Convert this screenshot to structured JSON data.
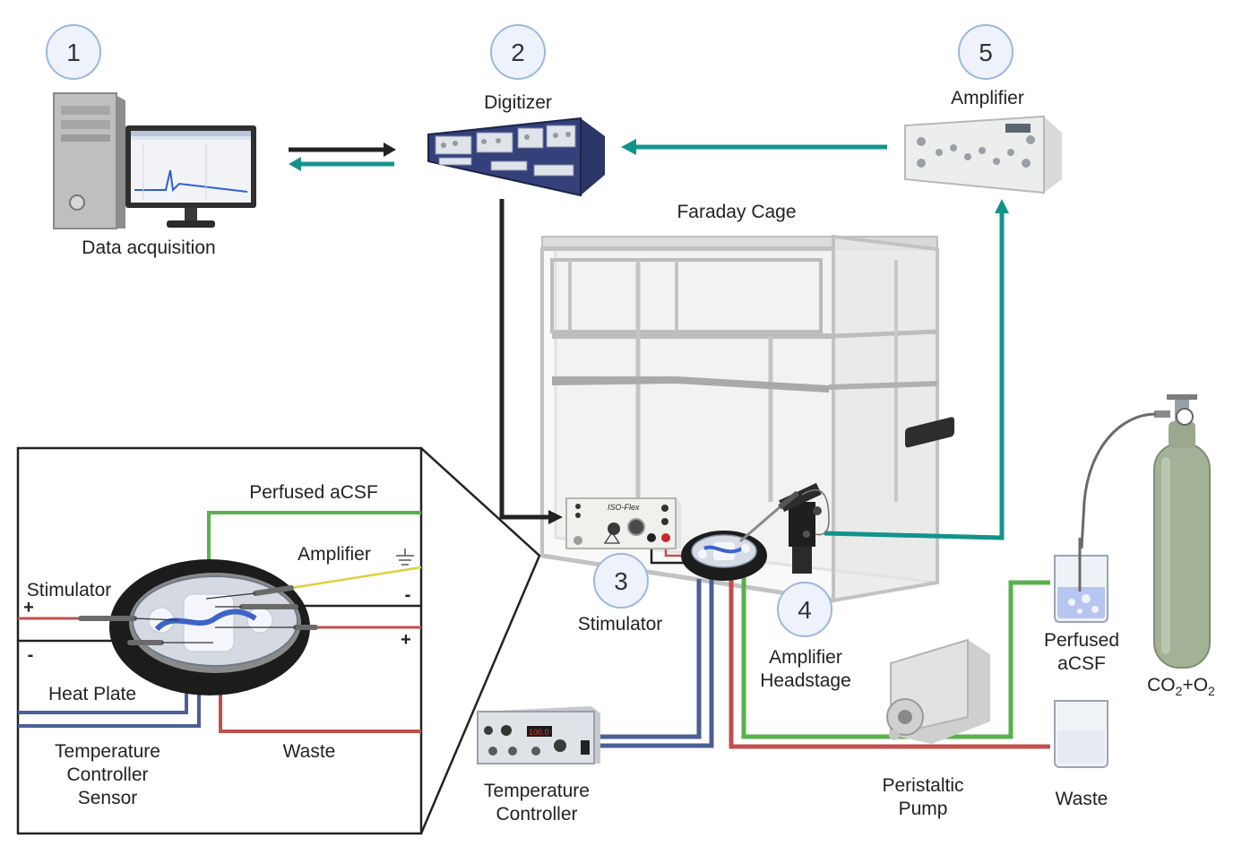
{
  "colors": {
    "teal": "#12938a",
    "black": "#222222",
    "blue": "#4a5f95",
    "red": "#c0504d",
    "green": "#5ab04c",
    "yellow": "#e2cf3a",
    "badge_fill": "#eef3fb",
    "badge_stroke": "#9ab8e0"
  },
  "badges": [
    "1",
    "2",
    "3",
    "4",
    "5"
  ],
  "labels": {
    "data_acquisition": "Data acquisition",
    "digitizer": "Digitizer",
    "amplifier_top": "Amplifier",
    "faraday_cage": "Faraday Cage",
    "stimulator": "Stimulator",
    "amplifier_headstage_1": "Amplifier",
    "amplifier_headstage_2": "Headstage",
    "temperature_controller_1": "Temperature",
    "temperature_controller_2": "Controller",
    "peristaltic_pump_1": "Peristaltic",
    "peristaltic_pump_2": "Pump",
    "perfused_acsf_1": "Perfused",
    "perfused_acsf_2": "aCSF",
    "waste": "Waste",
    "gas_co": "CO",
    "gas_sub1": "2",
    "gas_plus": "+O",
    "gas_sub2": "2"
  },
  "inset": {
    "perfused_acsf": "Perfused aCSF",
    "amplifier": "Amplifier",
    "stimulator": "Stimulator",
    "plus_left": "+",
    "minus_left": "-",
    "minus_right": "-",
    "plus_right": "+",
    "heat_plate": "Heat Plate",
    "temp_sensor_1": "Temperature",
    "temp_sensor_2": "Controller",
    "temp_sensor_3": "Sensor",
    "waste": "Waste"
  },
  "equipment_text": {
    "stimulator_brand": "ISO-Flex",
    "temp_display": "100.0"
  },
  "icons": [
    "computer-icon",
    "digitizer-icon",
    "amplifier-icon",
    "faraday-cage-icon",
    "stimulator-icon",
    "headstage-icon",
    "recording-chamber-icon",
    "temperature-controller-icon",
    "peristaltic-pump-icon",
    "beaker-icon",
    "waste-beaker-icon",
    "gas-cylinder-icon"
  ]
}
